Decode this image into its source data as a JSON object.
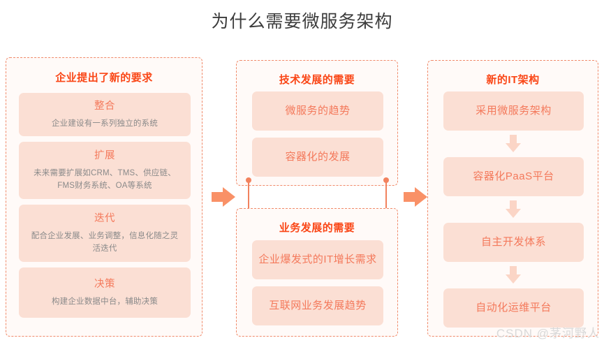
{
  "page": {
    "title": "为什么需要微服务架构",
    "watermark": "CSDN @茅河野人",
    "accent_color": "#fa4616",
    "card_text_color": "#f4795b",
    "card_bg_color": "#fbdfd4",
    "panel_bg_color": "#fffaf8",
    "panel_border_color": "#f08a6a",
    "arrow_color": "#f99167"
  },
  "columns": [
    {
      "id": "enterprise-requirements",
      "panels": [
        {
          "title": "企业提出了新的要求",
          "cards": [
            {
              "head": "整合",
              "desc": "企业建设有一系列独立的系统"
            },
            {
              "head": "扩展",
              "desc": "未来需要扩展如CRM、TMS、供应链、FMS财务系统、OA等系统"
            },
            {
              "head": "迭代",
              "desc": "配合企业发展、业务调整，信息化随之灵活迭代"
            },
            {
              "head": "决策",
              "desc": "构建企业数据中台，辅助决策"
            }
          ]
        }
      ]
    },
    {
      "id": "development-needs",
      "panels": [
        {
          "title": "技术发展的需要",
          "cards": [
            {
              "head": "微服务的趋势",
              "desc": ""
            },
            {
              "head": "容器化的发展",
              "desc": ""
            }
          ]
        },
        {
          "title": "业务发展的需要",
          "cards": [
            {
              "head": "企业爆发式的IT增长需求",
              "desc": ""
            },
            {
              "head": "互联网业务发展趋势",
              "desc": ""
            }
          ]
        }
      ]
    },
    {
      "id": "new-it-architecture",
      "panels": [
        {
          "title": "新的IT架构",
          "cards": [
            {
              "head": "采用微服务架构",
              "desc": ""
            },
            {
              "head": "容器化PaaS平台",
              "desc": ""
            },
            {
              "head": "自主开发体系",
              "desc": ""
            },
            {
              "head": "自动化运维平台",
              "desc": ""
            }
          ]
        }
      ]
    }
  ],
  "flow_arrows": [
    {
      "name": "arrow-col1-to-col2",
      "direction": "right"
    },
    {
      "name": "arrow-col2-to-col3",
      "direction": "right"
    }
  ],
  "sequence_arrows": [
    {
      "name": "arrow-step-1",
      "direction": "down"
    },
    {
      "name": "arrow-step-2",
      "direction": "down"
    },
    {
      "name": "arrow-step-3",
      "direction": "down"
    }
  ]
}
